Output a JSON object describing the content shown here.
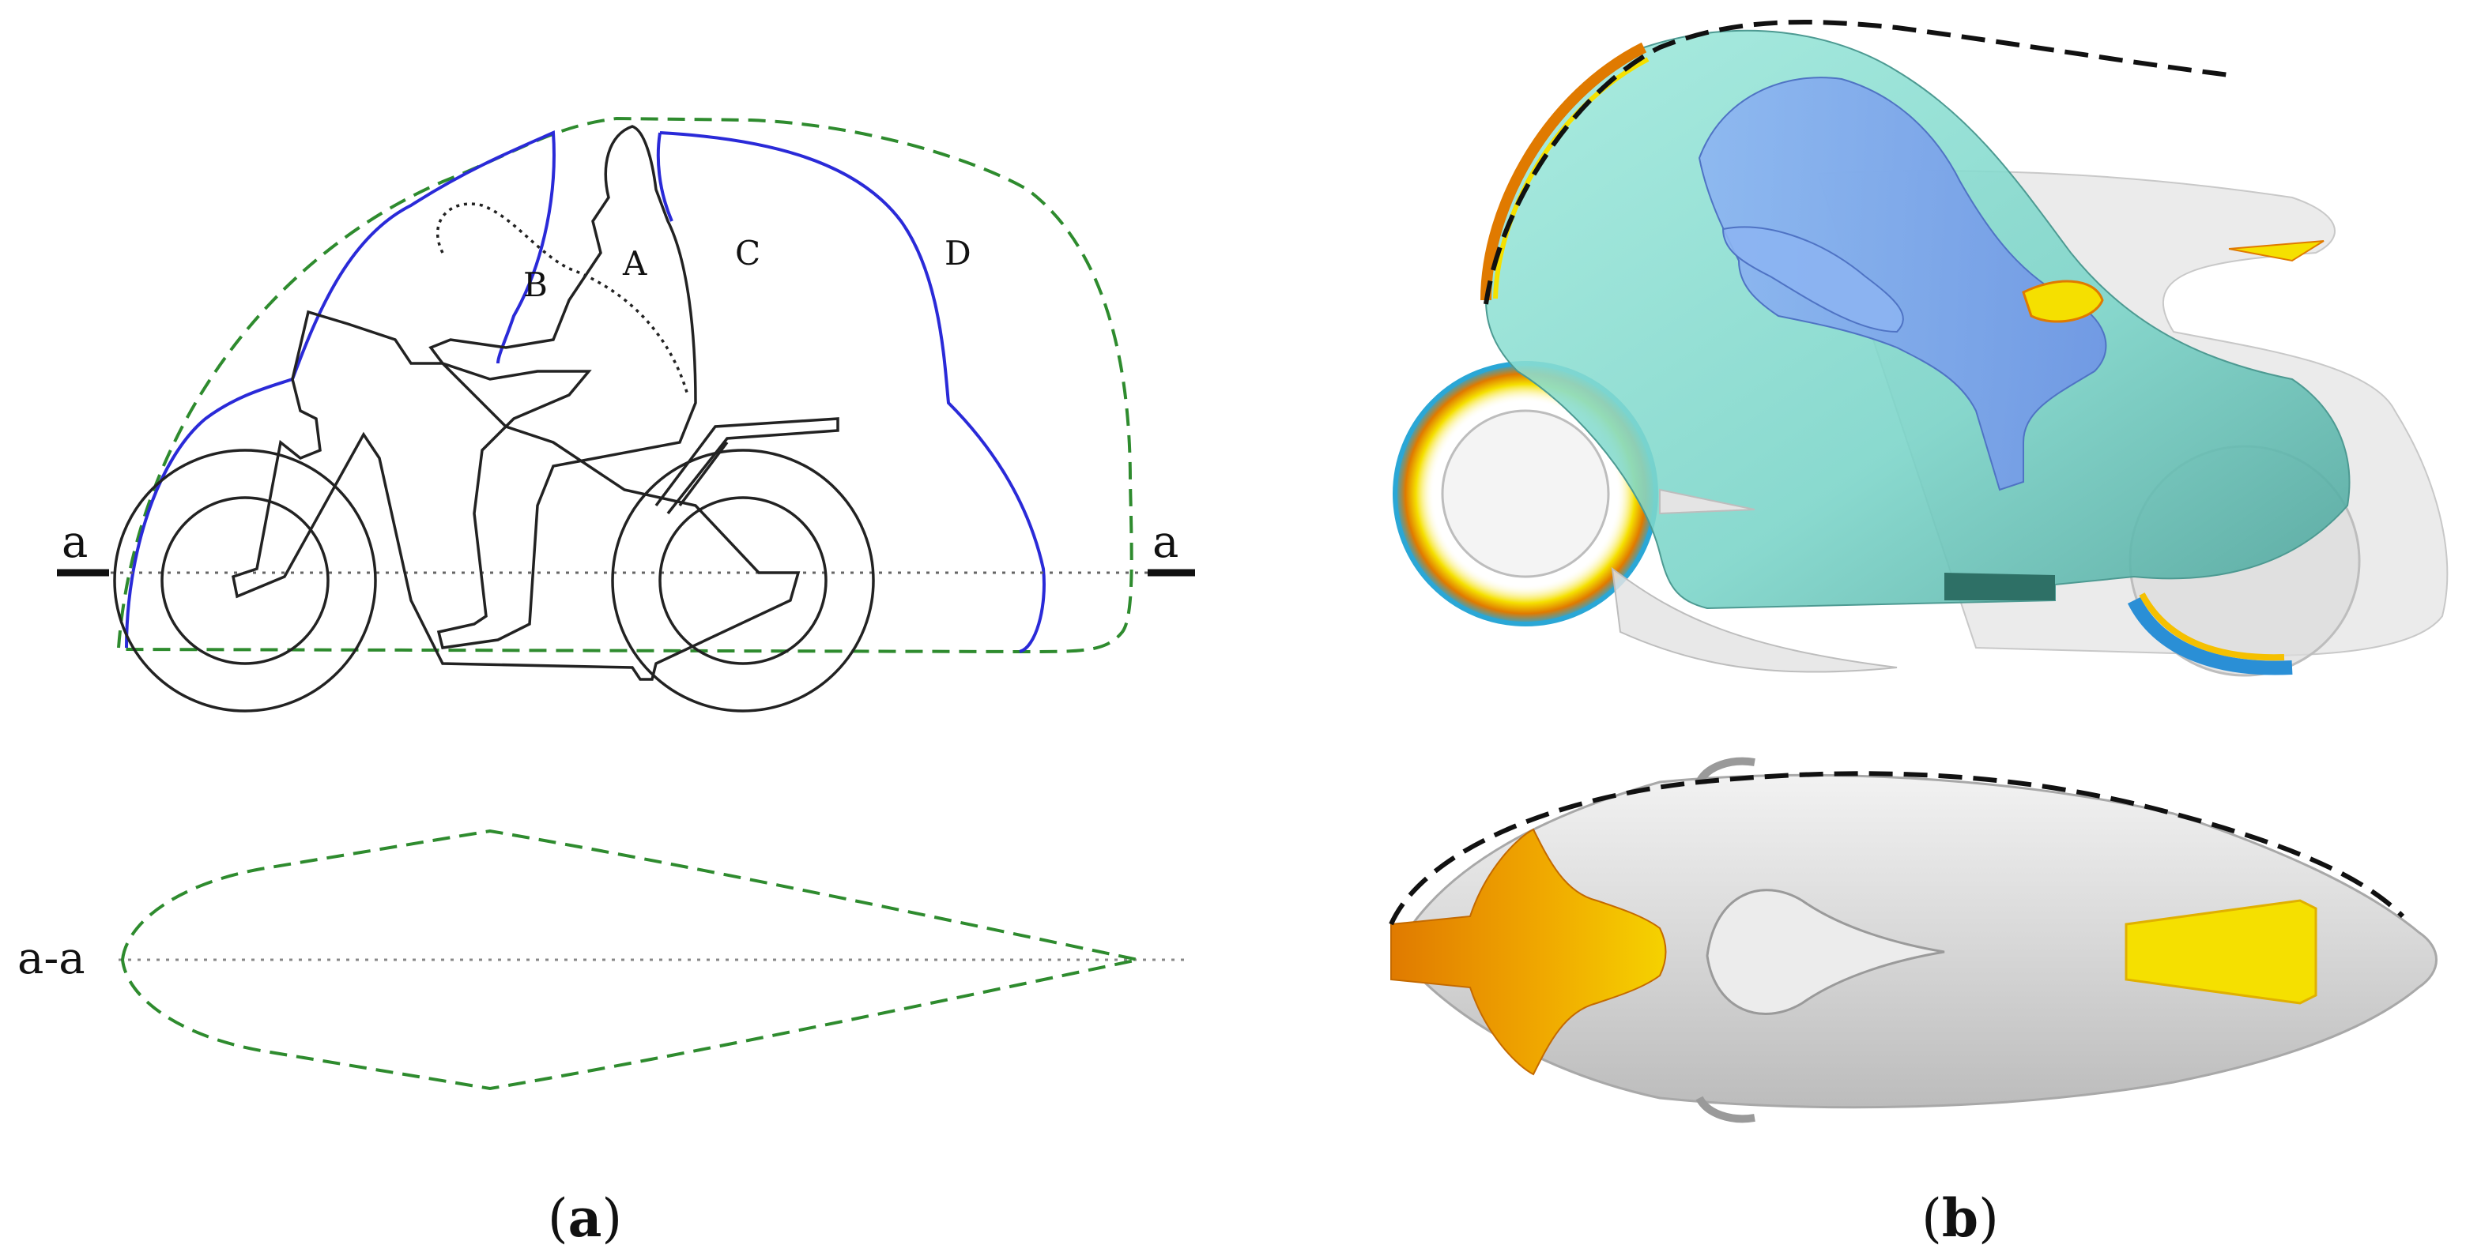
{
  "panel_a": {
    "region_labels": {
      "a": "A",
      "b": "B",
      "c": "C",
      "d": "D"
    },
    "section_marker_left": "a",
    "section_marker_right": "a",
    "section_view_label": "a-a",
    "caption_open": "(",
    "caption_letter": "a",
    "caption_close": ")"
  },
  "panel_b": {
    "caption_open": "(",
    "caption_letter": "b",
    "caption_close": ")"
  },
  "colors": {
    "envelope_dashed": "#2e8b2e",
    "region_boundary": "#2a2ad8",
    "outline": "#222222",
    "hull_dashed": "#111111",
    "surface_cyan": "#8fe6d6",
    "surface_blue": "#7fa6ee",
    "surface_white": "#e4e4e4",
    "hot_yellow": "#f5e000",
    "hot_orange": "#e07a00"
  }
}
